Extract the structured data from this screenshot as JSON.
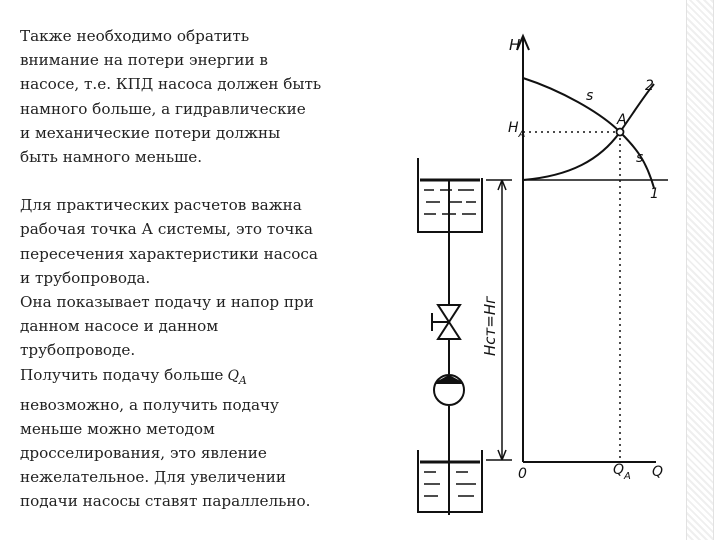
{
  "slide": {
    "paragraph1": [
      "Также необходимо обратить",
      "внимание на потери энергии в",
      "насосе, т.е. КПД насоса должен быть",
      "намного больше, а гидравлические",
      "и механические потери должны",
      "быть намного меньше."
    ],
    "paragraph2": [
      "Для практических расчетов важна",
      "рабочая точка А системы, это точка",
      "пересечения характеристики насоса",
      "и трубопровода.",
      "Она показывает подачу и напор при",
      "данном насосе и данном",
      "трубопроводе."
    ],
    "paragraph3_first": "Получить подачу больше",
    "qa_symbol": "Q",
    "qa_subscript": "A",
    "paragraph3_rest": [
      "невозможно, а получить подачу",
      "меньше можно методом",
      "дросселирования, это явление",
      "нежелательное. Для увеличении",
      "подачи насосы ставят параллельно."
    ]
  },
  "figure": {
    "axis_y": "H",
    "axis_x": "Q",
    "origin": "0",
    "head_label": "H",
    "head_sub": "A",
    "flow_label": "Q",
    "flow_sub": "A",
    "point_label": "A",
    "curve_label_2": "2",
    "curve_label_1": "1",
    "curve_mark_s_upper": "s",
    "curve_mark_s_lower": "s",
    "height_label": "Hст=Hг",
    "line_color": "#111111"
  }
}
